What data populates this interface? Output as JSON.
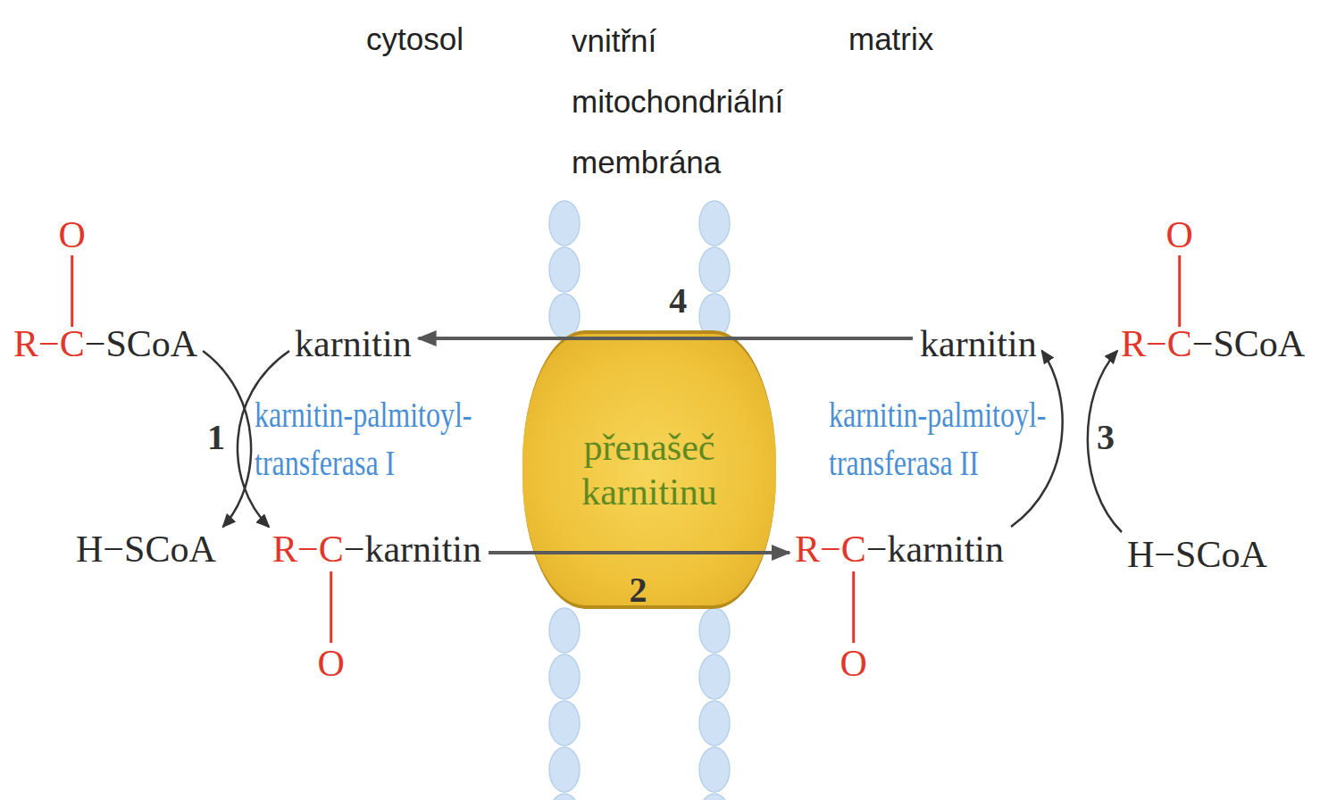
{
  "diagram": {
    "nodes": [
      {
        "text": [
          "O",
          "R−C",
          "−SCoA"
        ]
      },
      {
        "text": [
          "karnitin"
        ]
      },
      {
        "text": [
          "H−SCoA"
        ]
      },
      {
        "text": [
          "R−C",
          "−karnitin",
          "O"
        ]
      },
      {
        "text": [
          "přenašeč karnitinu"
        ]
      },
      {
        "text": [
          "karnitin"
        ]
      },
      {
        "text": [
          "O",
          "R−C",
          "−SCoA"
        ]
      },
      {
        "text": [
          "R−C",
          "−karnitin",
          "O"
        ]
      },
      {
        "text": [
          "H−SCoA"
        ]
      }
    ],
    "edges": [
      {
        "from": 0,
        "to": 2,
        "arrow": "to"
      },
      {
        "from": 1,
        "to": 3,
        "arrow": "to"
      },
      {
        "from": 3,
        "to": 7,
        "arrow": "to",
        "label": "2"
      },
      {
        "from": 7,
        "to": 5,
        "arrow": "to"
      },
      {
        "from": 8,
        "to": 6,
        "arrow": "to"
      },
      {
        "from": 5,
        "to": 1,
        "arrow": "to",
        "label": "4"
      }
    ],
    "labels": [
      "cytosol",
      "vnitřní mitochondriální membrána",
      "matrix",
      "1",
      "karnitin-palmitoyl- transferasa I",
      "karnitin-palmitoyl- transferasa II",
      "3"
    ]
  }
}
